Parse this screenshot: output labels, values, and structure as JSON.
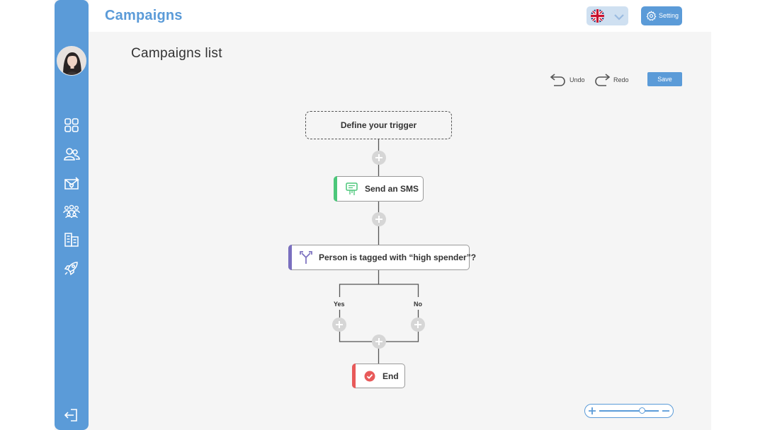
{
  "header": {
    "title": "Campaigns",
    "language_flag_icon": "uk-flag-icon",
    "language_dropdown_icon": "chevron-down-icon",
    "setting_label": "Setting",
    "setting_icon": "gear-icon"
  },
  "page": {
    "title": "Campaigns list"
  },
  "sidebar": {
    "items": [
      {
        "icon": "dashboard-grid-icon"
      },
      {
        "icon": "contacts-icon"
      },
      {
        "icon": "campaign-mail-icon"
      },
      {
        "icon": "groups-icon"
      },
      {
        "icon": "buildings-icon"
      },
      {
        "icon": "rocket-icon"
      }
    ],
    "logout_icon": "logout-icon"
  },
  "toolbar": {
    "undo_label": "Undo",
    "redo_label": "Redo",
    "save_label": "Save"
  },
  "flow": {
    "trigger_label": "Define your trigger",
    "sms_label": "Send an SMS",
    "condition_label": "Person is tagged with “high spender”?",
    "yes_label": "Yes",
    "no_label": "No",
    "end_label": "End"
  },
  "colors": {
    "brand": "#5b9bd8",
    "sms_accent": "#4cc77a",
    "condition_accent": "#7a6fbf",
    "end_accent": "#e85a5a"
  },
  "zoom": {
    "level_fraction": 0.72
  }
}
